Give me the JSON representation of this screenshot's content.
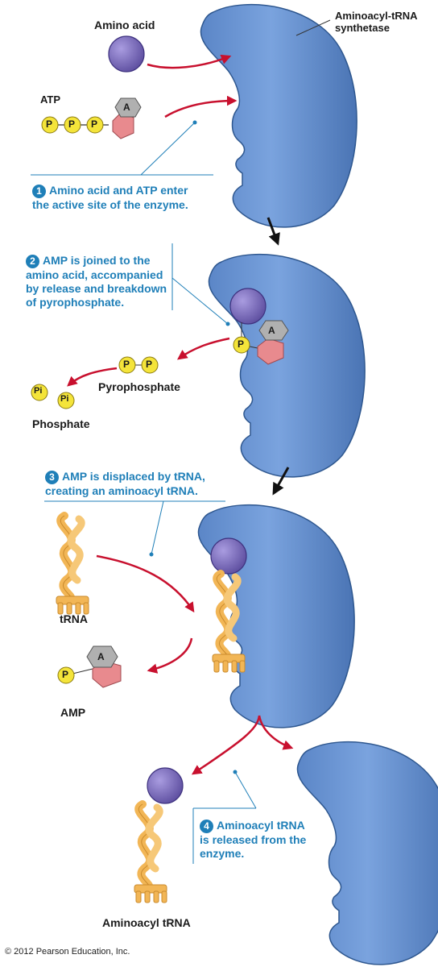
{
  "labels": {
    "amino_acid": "Amino acid",
    "atp": "ATP",
    "enzyme_line1": "Aminoacyl-tRNA",
    "enzyme_line2": "synthetase",
    "pyrophosphate": "Pyrophosphate",
    "phosphate": "Phosphate",
    "trna": "tRNA",
    "amp": "AMP",
    "aminoacyl_trna": "Aminoacyl tRNA",
    "p": "P",
    "a": "A",
    "pi": "Pi"
  },
  "steps": [
    {
      "num": "1",
      "lines": [
        "Amino acid and ATP enter",
        "the active site of the enzyme."
      ]
    },
    {
      "num": "2",
      "lines": [
        "AMP is joined to the",
        "amino acid, accompanied",
        "by release and breakdown",
        "of pyrophosphate."
      ]
    },
    {
      "num": "3",
      "lines": [
        "AMP is displaced by tRNA,",
        "creating an aminoacyl tRNA."
      ]
    },
    {
      "num": "4",
      "lines": [
        "Aminoacyl tRNA",
        "is released from the",
        "enzyme."
      ]
    }
  ],
  "copyright": "© 2012 Pearson Education, Inc.",
  "colors": {
    "enzyme": "#6f9ad8",
    "enzyme_dark": "#3f6aa8",
    "amino_acid": "#7b6bbf",
    "phosphate": "#f4e43a",
    "ribose": "#e88a8e",
    "adenine": "#9a9a9a",
    "trna": "#f2b656",
    "arrow_red": "#c8102e",
    "callout_blue": "#1f7fb8"
  }
}
